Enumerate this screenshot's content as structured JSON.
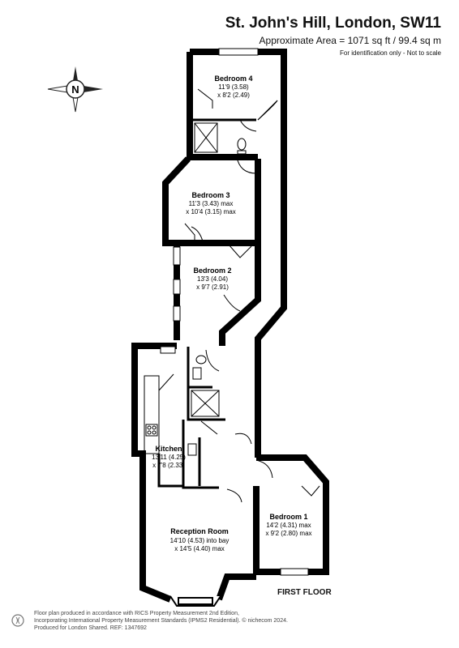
{
  "header": {
    "title": "St. John's Hill, London, SW11",
    "area": "Approximate Area = 1071 sq ft / 99.4 sq m",
    "disclaimer": "For identification only - Not to scale"
  },
  "compass": {
    "letter": "N"
  },
  "rooms": [
    {
      "name": "Bedroom 4",
      "dim1": "11'9 (3.58)",
      "dim2": "x 8'2 (2.49)"
    },
    {
      "name": "Bedroom 3",
      "dim1": "11'3 (3.43) max",
      "dim2": "x 10'4 (3.15) max"
    },
    {
      "name": "Bedroom 2",
      "dim1": "13'3 (4.04)",
      "dim2": "x 9'7 (2.91)"
    },
    {
      "name": "Kitchen",
      "dim1": "13'11 (4.25)",
      "dim2": "x 7'8 (2.33)"
    },
    {
      "name": "Reception Room",
      "dim1": "14'10 (4.53) into bay",
      "dim2": "x 14'5 (4.40) max"
    },
    {
      "name": "Bedroom 1",
      "dim1": "14'2 (4.31) max",
      "dim2": "x 9'2 (2.80) max"
    }
  ],
  "floor_label": "FIRST FLOOR",
  "footer": {
    "line1": "Floor plan produced in accordance with RICS Property Measurement 2nd Edition,",
    "line2": "Incorporating International Property Measurement Standards (IPMS2 Residential). © nichecom 2024.",
    "line3": "Produced for London Shared.  REF: 1347692"
  },
  "colors": {
    "wall": "#000000",
    "background": "#ffffff"
  }
}
